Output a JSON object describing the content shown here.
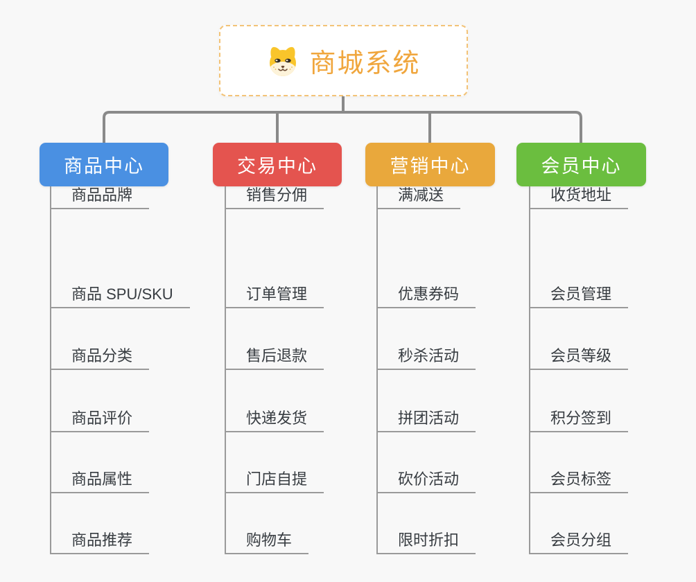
{
  "root": {
    "title": "商城系统",
    "icon": "dog-face-icon"
  },
  "branches": [
    {
      "id": "goods-center",
      "label": "商品中心",
      "color": "#4a90e2",
      "children": [
        "商品 SPU/SKU",
        "商品分类",
        "商品评价",
        "商品属性",
        "商品推荐",
        "商品品牌"
      ]
    },
    {
      "id": "trade-center",
      "label": "交易中心",
      "color": "#e4544f",
      "children": [
        "订单管理",
        "售后退款",
        "快递发货",
        "门店自提",
        "购物车",
        "销售分佣"
      ]
    },
    {
      "id": "marketing-center",
      "label": "营销中心",
      "color": "#e9a83c",
      "children": [
        "优惠券码",
        "秒杀活动",
        "拼团活动",
        "砍价活动",
        "限时折扣",
        "满减送"
      ]
    },
    {
      "id": "member-center",
      "label": "会员中心",
      "color": "#6bbe3f",
      "children": [
        "会员管理",
        "会员等级",
        "积分签到",
        "会员标签",
        "会员分组",
        "收货地址"
      ]
    }
  ],
  "colors": {
    "background": "#f8f8f8",
    "root_accent": "#f0a63d",
    "root_border": "#f3c377",
    "connector": "#8a8a8a",
    "spine_and_underline": "#9a9a9a",
    "leaf_text": "#373c41"
  }
}
